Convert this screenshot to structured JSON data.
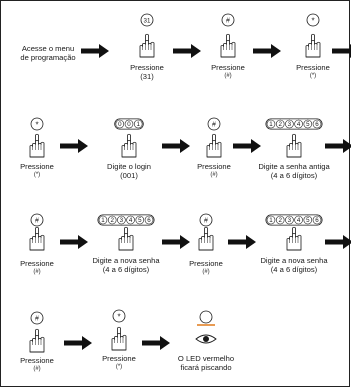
{
  "intro": {
    "lines": [
      "Acesse o menu",
      "de programação"
    ]
  },
  "steps": [
    {
      "caption": [
        "Pressione",
        "(31)"
      ],
      "key_label": "31",
      "key_shape": "circle"
    },
    {
      "caption": [
        "Pressione",
        "(#)"
      ],
      "key_label": "#",
      "key_shape": "circle"
    },
    {
      "caption": [
        "Pressione",
        "(*)"
      ],
      "key_label": "*",
      "key_shape": "circle"
    },
    {
      "caption": [
        "Pressione",
        "(*)"
      ],
      "key_label": "*",
      "key_shape": "circle"
    },
    {
      "caption": [
        "Digite o login",
        "(001)"
      ],
      "key_label": [
        "0",
        "0",
        "1"
      ],
      "key_shape": "pill"
    },
    {
      "caption": [
        "Pressione",
        "(#)"
      ],
      "key_label": "#",
      "key_shape": "circle"
    },
    {
      "caption": [
        "Digite a senha antiga",
        "(4 a 6 dígitos)"
      ],
      "key_label": [
        "1",
        "2",
        "3",
        "4",
        "5",
        "6"
      ],
      "key_shape": "pill"
    },
    {
      "caption": [
        "Pressione",
        "(#)"
      ],
      "key_label": "#",
      "key_shape": "circle"
    },
    {
      "caption": [
        "Digite a nova senha",
        "(4 a 6 dígitos)"
      ],
      "key_label": [
        "1",
        "2",
        "3",
        "4",
        "5",
        "6"
      ],
      "key_shape": "pill"
    },
    {
      "caption": [
        "Pressione",
        "(#)"
      ],
      "key_label": "#",
      "key_shape": "circle"
    },
    {
      "caption": [
        "Digite a nova senha",
        "(4 a 6 dígitos)"
      ],
      "key_label": [
        "1",
        "2",
        "3",
        "4",
        "5",
        "6"
      ],
      "key_shape": "pill"
    },
    {
      "caption": [
        "Pressione",
        "(#)"
      ],
      "key_label": "#",
      "key_shape": "circle"
    },
    {
      "caption": [
        "Pressione",
        "(*)"
      ],
      "key_label": "*",
      "key_shape": "circle"
    }
  ],
  "result": {
    "caption": [
      "O LED vermelho",
      "ficará piscando"
    ],
    "icon": "led-blinking-icon"
  },
  "colors": {
    "ink": "#1a1a1a",
    "led": "#e07a1a"
  }
}
